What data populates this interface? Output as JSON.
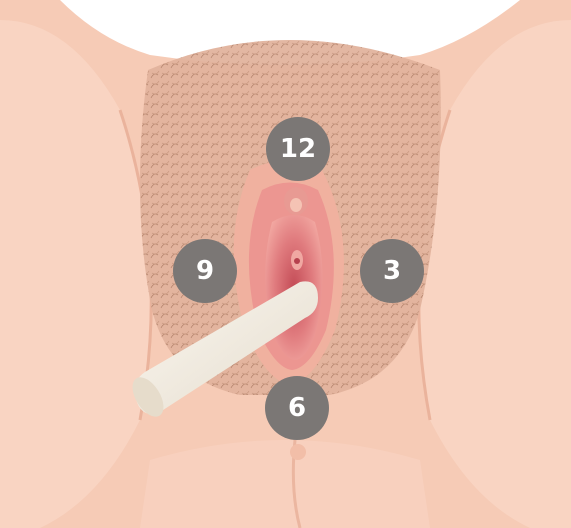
{
  "diagram": {
    "markers": [
      {
        "label": "12"
      },
      {
        "label": "9"
      },
      {
        "label": "3"
      },
      {
        "label": "6"
      }
    ],
    "colors": {
      "skin": "#f6cbb6",
      "skin_shadow": "#eab39c",
      "hair": "#c99c84",
      "tissue_outer": "#e98f8a",
      "tissue_inner": "#d8646a",
      "tampon": "#f3ede2",
      "marker_bg": "#7b7775",
      "marker_text": "#ffffff"
    },
    "icon": "clock-position-diagram"
  }
}
